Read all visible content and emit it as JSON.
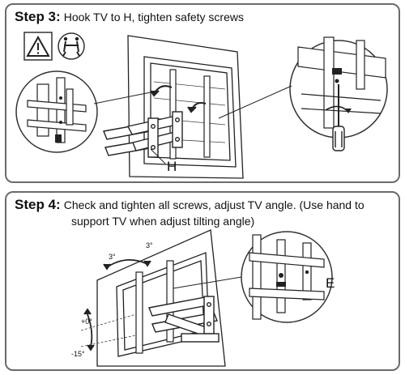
{
  "step3": {
    "label": "Step 3",
    "colon": ":",
    "instruction": "Hook TV to H, tighten safety screws",
    "callout": "H"
  },
  "step4": {
    "label": "Step 4",
    "colon": ":",
    "instruction_line1": "Check and tighten all screws, adjust TV angle. (Use hand to",
    "instruction_line2": "support TV when adjust tilting angle)",
    "callout": "E",
    "swivel_left": "3°",
    "swivel_right": "3°",
    "tilt_up": "+0°",
    "tilt_down": "-15°"
  },
  "icons": [
    "warning-icon",
    "two-person-lift-icon",
    "screwdriver-icon"
  ],
  "colors": {
    "border": "#6b6b6b",
    "line": "#222222"
  }
}
